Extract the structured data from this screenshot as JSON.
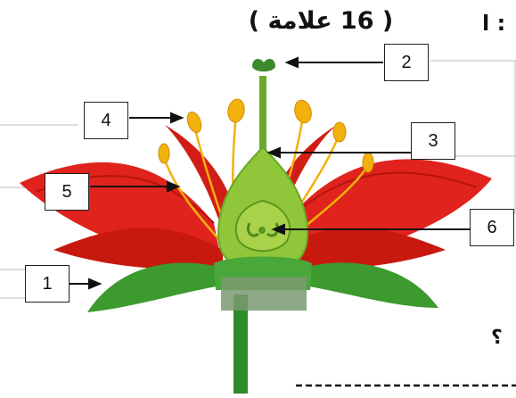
{
  "header": {
    "title": "( 16 علامة )",
    "colon_fragment": "ا :",
    "question_fragment": "؟"
  },
  "labels": [
    {
      "id": "1",
      "text": "1"
    },
    {
      "id": "2",
      "text": "2"
    },
    {
      "id": "3",
      "text": "3"
    },
    {
      "id": "4",
      "text": "4"
    },
    {
      "id": "5",
      "text": "5"
    },
    {
      "id": "6",
      "text": "6"
    }
  ],
  "colors": {
    "petal": "#e0231c",
    "petal_dark": "#b5140f",
    "sepal": "#3d9a2e",
    "pistil": "#8fc63a",
    "anther": "#f2b10c",
    "stem": "#2f8a2a"
  }
}
